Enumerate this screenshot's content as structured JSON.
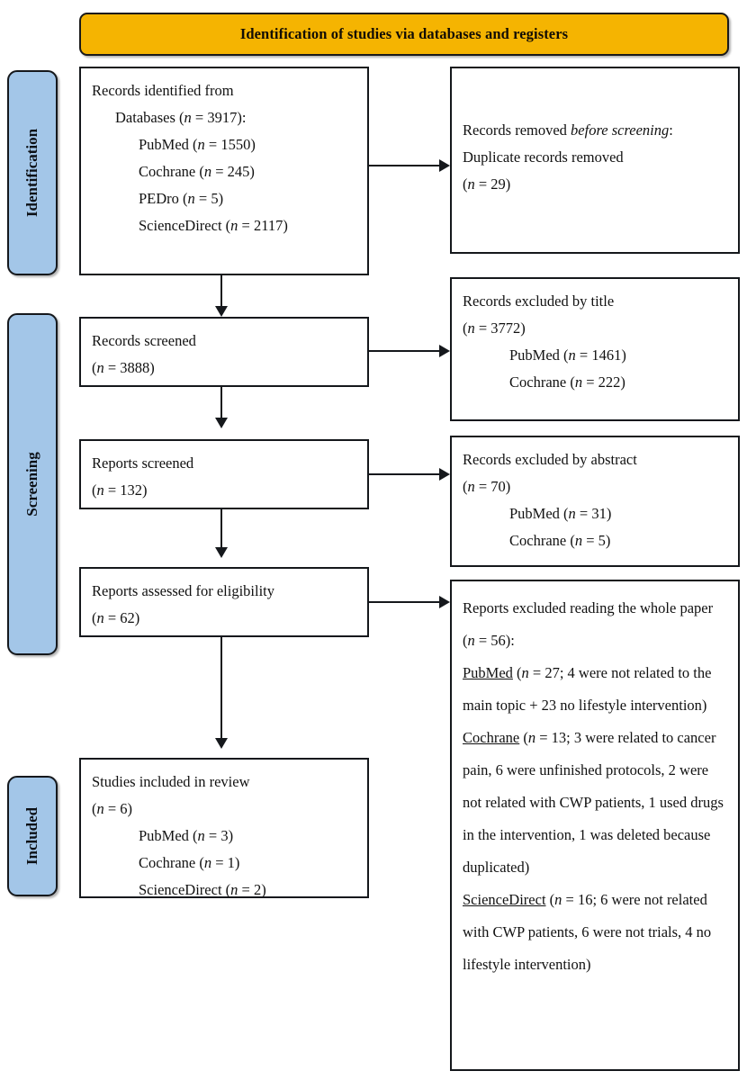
{
  "header": {
    "title": "Identification of studies via databases and registers",
    "bg_color": "#F5B401",
    "border_color": "#15181c"
  },
  "stages": {
    "identification": {
      "label": "Identification",
      "color": "#A3C6E8"
    },
    "screening": {
      "label": "Screening",
      "color": "#A3C6E8"
    },
    "included": {
      "label": "Included",
      "color": "#A3C6E8"
    }
  },
  "boxes": {
    "identified": {
      "lines": [
        "Records identified from",
        "Databases (n = 3917):",
        "PubMed (n = 1550)",
        "Cochrane (n = 245)",
        "PEDro (n = 5)",
        "ScienceDirect (n = 2117)"
      ]
    },
    "removed": {
      "lines": [
        "Records removed before screening:",
        "Duplicate records removed",
        "(n = 29)"
      ]
    },
    "records_screened": {
      "lines": [
        "Records screened",
        "(n = 3888)"
      ]
    },
    "excluded_title": {
      "lines": [
        "Records excluded by title",
        "(n = 3772)",
        "PubMed (n = 1461)",
        "Cochrane (n = 222)"
      ]
    },
    "reports_screened": {
      "lines": [
        "Reports screened",
        "(n = 132)"
      ]
    },
    "excluded_abstract": {
      "lines": [
        "Records excluded by abstract",
        "(n = 70)",
        "PubMed (n = 31)",
        "Cochrane (n = 5)"
      ]
    },
    "eligibility": {
      "lines": [
        "Reports assessed for eligibility",
        "(n = 62)"
      ]
    },
    "excluded_whole": {
      "intro": "Reports excluded reading the whole paper (n = 56):",
      "pubmed_heading": "PubMed",
      "pubmed_detail": " (n = 27; 4 were not related to the main topic + 23 no lifestyle intervention)",
      "cochrane_heading": "Cochrane",
      "cochrane_detail": " (n = 13; 3 were related to cancer pain, 6 were unfinished protocols, 2 were not related with CWP patients, 1 used drugs in the intervention, 1 was deleted because duplicated)",
      "sciencedirect_heading": "ScienceDirect",
      "sciencedirect_detail": " (n = 16; 6 were not related with CWP patients, 6 were not trials, 4 no lifestyle intervention)"
    },
    "included": {
      "lines": [
        "Studies included in review",
        "(n = 6)",
        "PubMed (n = 3)",
        "Cochrane (n = 1)",
        "ScienceDirect (n = 2)"
      ]
    }
  },
  "chart_data": {
    "type": "diagram",
    "title": "PRISMA 2020 flow diagram",
    "nodes": [
      {
        "id": "identified",
        "stage": "Identification",
        "label": "Records identified from Databases",
        "n": 3917,
        "breakdown": {
          "PubMed": 1550,
          "Cochrane": 245,
          "PEDro": 5,
          "ScienceDirect": 2117
        }
      },
      {
        "id": "removed",
        "stage": "Identification",
        "label": "Duplicate records removed before screening",
        "n": 29
      },
      {
        "id": "records_screened",
        "stage": "Screening",
        "label": "Records screened",
        "n": 3888
      },
      {
        "id": "excluded_title",
        "stage": "Screening",
        "label": "Records excluded by title",
        "n": 3772,
        "breakdown": {
          "PubMed": 1461,
          "Cochrane": 222
        }
      },
      {
        "id": "reports_screened",
        "stage": "Screening",
        "label": "Reports screened",
        "n": 132
      },
      {
        "id": "excluded_abstract",
        "stage": "Screening",
        "label": "Records excluded by abstract",
        "n": 70,
        "breakdown": {
          "PubMed": 31,
          "Cochrane": 5
        }
      },
      {
        "id": "eligibility",
        "stage": "Screening",
        "label": "Reports assessed for eligibility",
        "n": 62
      },
      {
        "id": "excluded_whole",
        "stage": "Screening",
        "label": "Reports excluded reading the whole paper",
        "n": 56,
        "breakdown": {
          "PubMed": 27,
          "Cochrane": 13,
          "ScienceDirect": 16
        }
      },
      {
        "id": "included",
        "stage": "Included",
        "label": "Studies included in review",
        "n": 6,
        "breakdown": {
          "PubMed": 3,
          "Cochrane": 1,
          "ScienceDirect": 2
        }
      }
    ],
    "edges": [
      {
        "from": "identified",
        "to": "removed",
        "direction": "right"
      },
      {
        "from": "identified",
        "to": "records_screened",
        "direction": "down"
      },
      {
        "from": "records_screened",
        "to": "excluded_title",
        "direction": "right"
      },
      {
        "from": "records_screened",
        "to": "reports_screened",
        "direction": "down"
      },
      {
        "from": "reports_screened",
        "to": "excluded_abstract",
        "direction": "right"
      },
      {
        "from": "reports_screened",
        "to": "eligibility",
        "direction": "down"
      },
      {
        "from": "eligibility",
        "to": "excluded_whole",
        "direction": "right"
      },
      {
        "from": "eligibility",
        "to": "included",
        "direction": "down"
      }
    ]
  }
}
